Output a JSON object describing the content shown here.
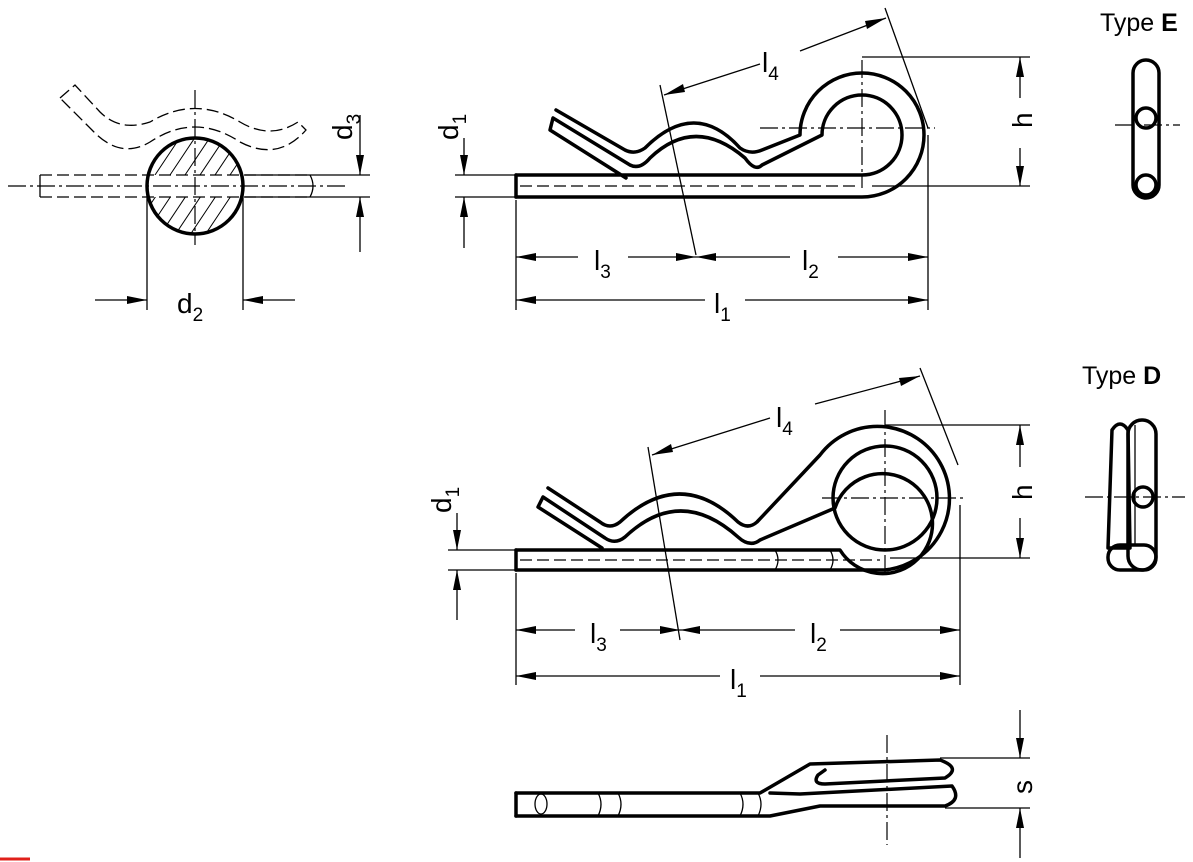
{
  "labels": {
    "type_e_prefix": "Type ",
    "type_e_letter": "E",
    "type_d_prefix": "Type ",
    "type_d_letter": "D",
    "d": "d",
    "l": "l",
    "h": "h",
    "s": "s",
    "sub1": "1",
    "sub2": "2",
    "sub3": "3",
    "sub4": "4"
  },
  "colors": {
    "line": "#000000",
    "background": "#ffffff",
    "corner_mark": "#e0201a"
  }
}
